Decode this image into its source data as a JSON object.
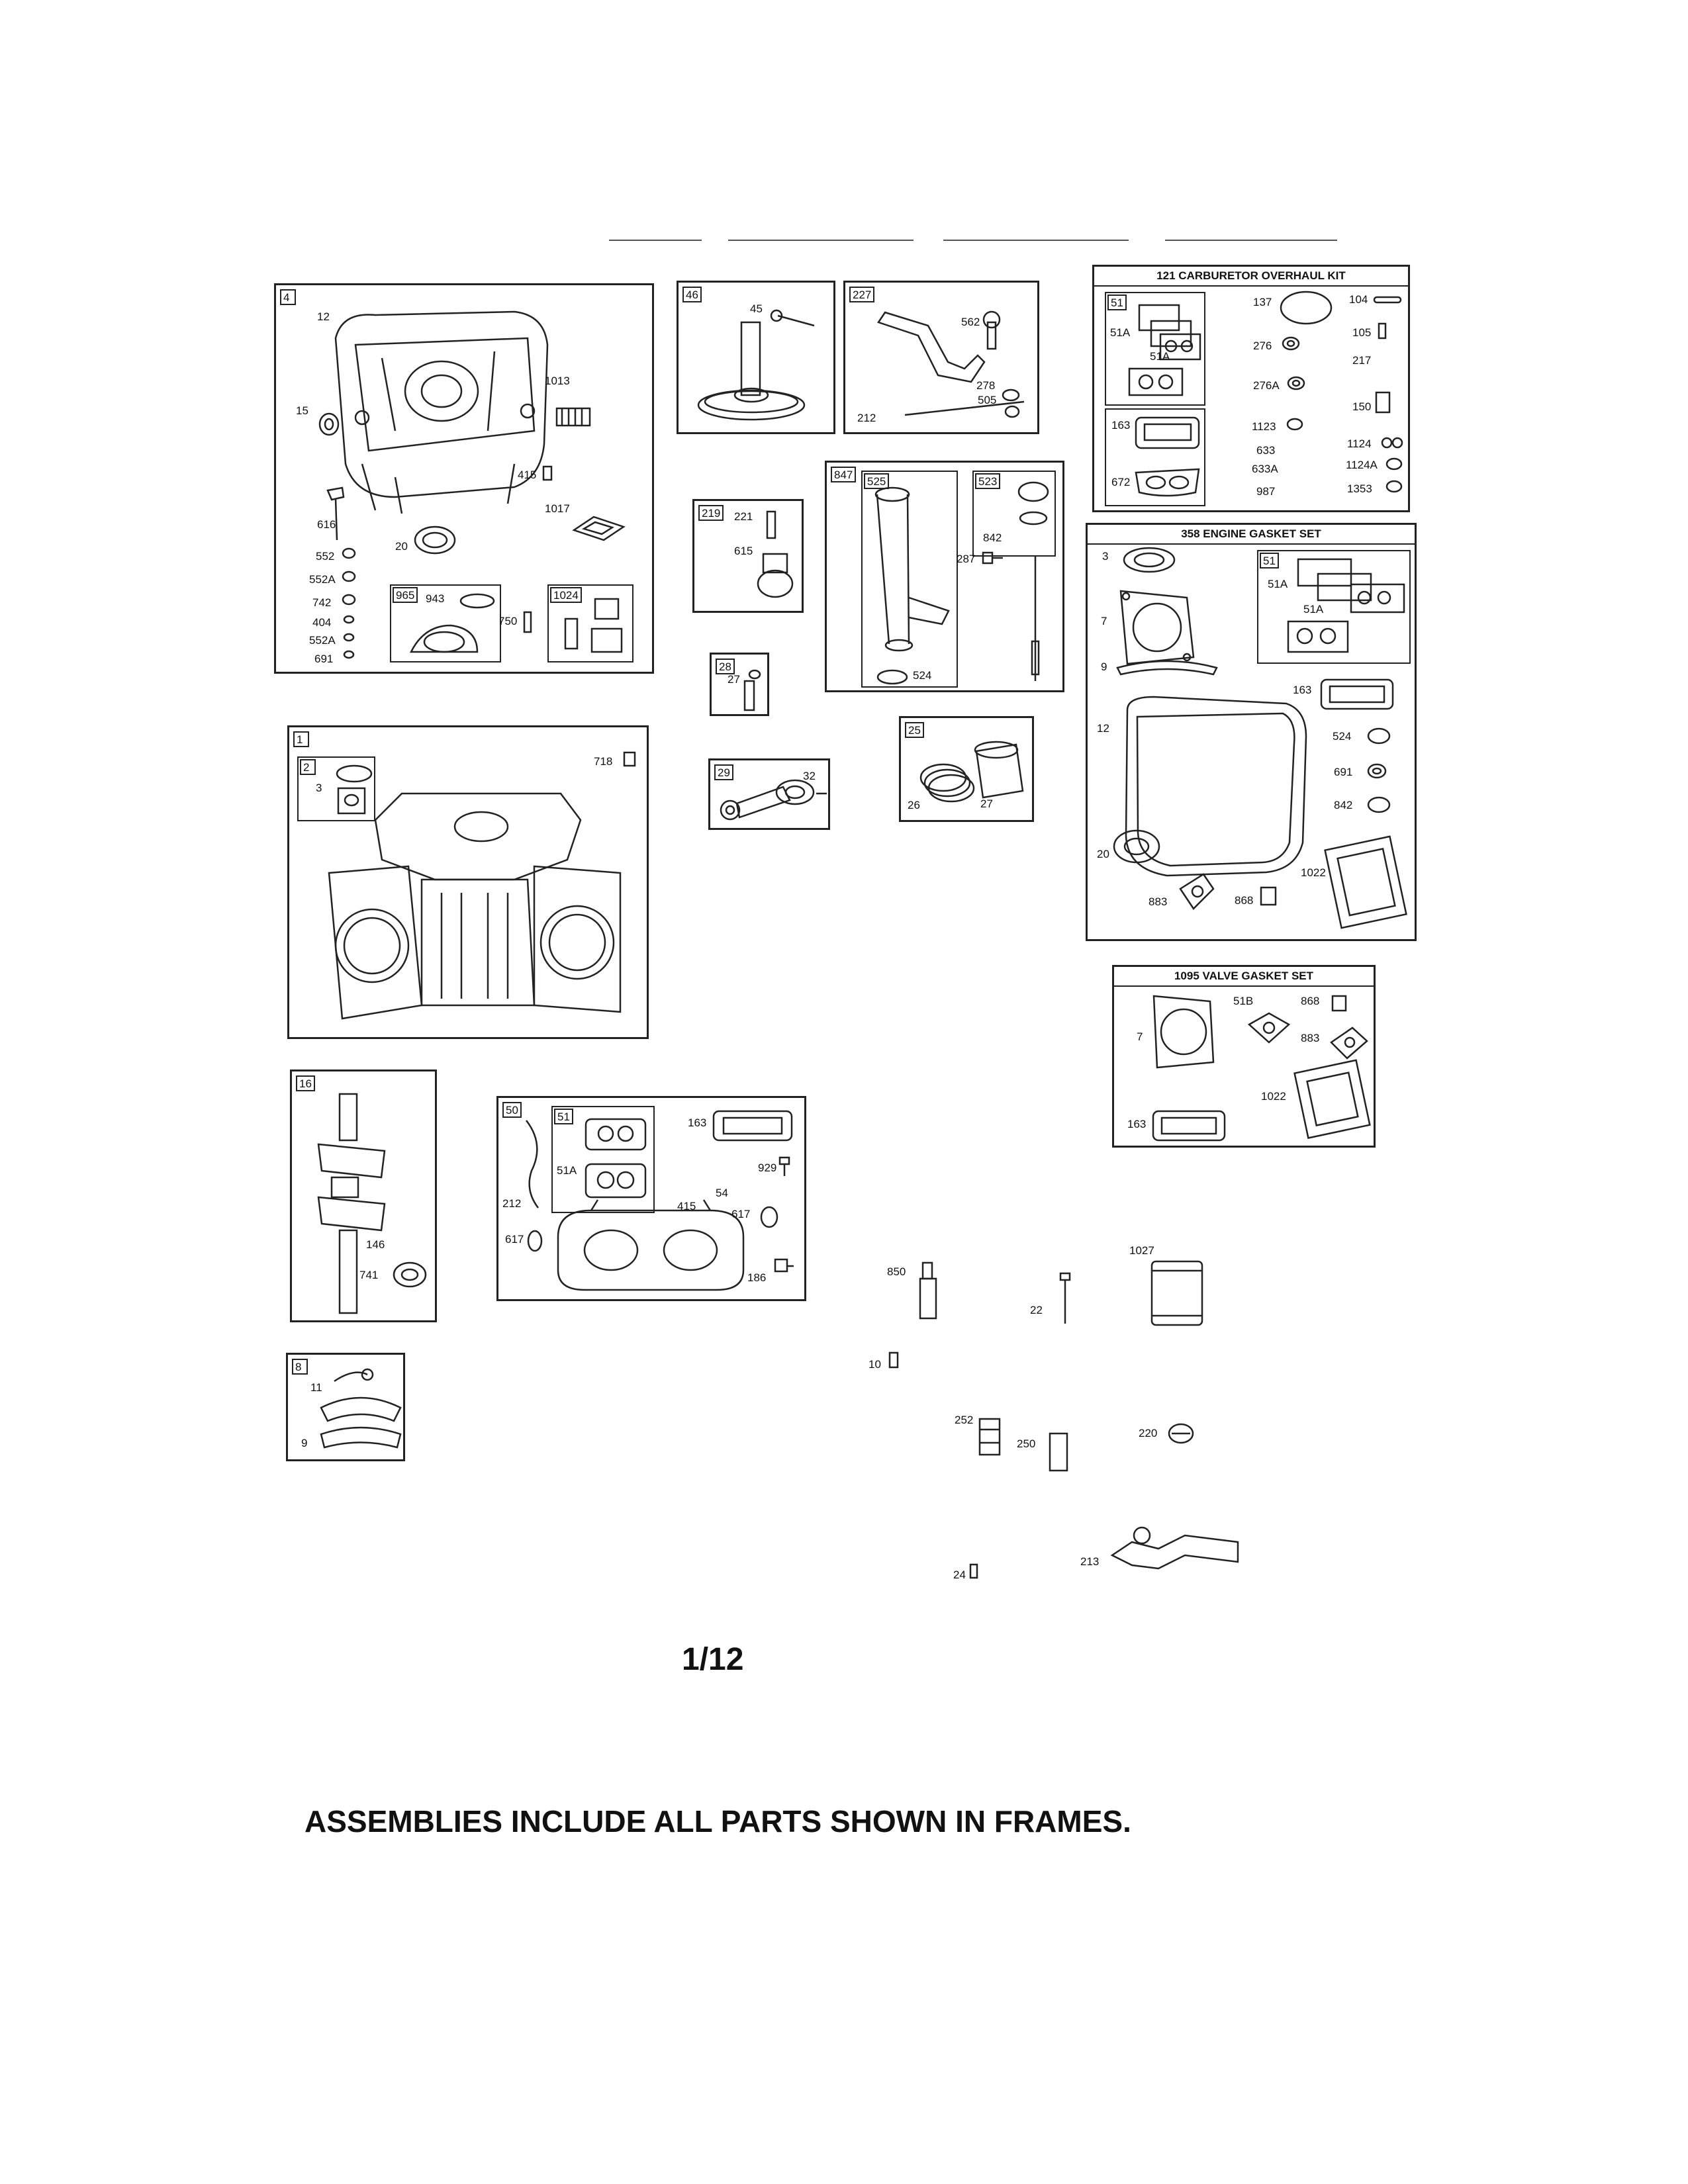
{
  "page": {
    "number": "1/12",
    "footer": "ASSEMBLIES INCLUDE ALL PARTS SHOWN IN FRAMES."
  },
  "frames": {
    "f4": {
      "num": "4",
      "sub965": "965",
      "sub1024": "1024",
      "parts": {
        "p12": "12",
        "p1013": "1013",
        "p15": "15",
        "p415": "415",
        "p1017": "1017",
        "p616": "616",
        "p20": "20",
        "p552": "552",
        "p552A": "552A",
        "p742": "742",
        "p404": "404",
        "p552A2": "552A",
        "p691": "691",
        "p943": "943",
        "p750": "750"
      }
    },
    "f46": {
      "num": "46",
      "parts": {
        "p45": "45"
      }
    },
    "f227": {
      "num": "227",
      "parts": {
        "p562": "562",
        "p278": "278",
        "p505": "505",
        "p212": "212"
      }
    },
    "f121": {
      "title": "121 CARBURETOR OVERHAUL KIT",
      "sub51": "51",
      "parts": {
        "p51A": "51A",
        "p51A2": "51A",
        "p137": "137",
        "p104": "104",
        "p276": "276",
        "p105": "105",
        "p217": "217",
        "p276A": "276A",
        "p150": "150",
        "p163": "163",
        "p1123": "1123",
        "p633": "633",
        "p1124": "1124",
        "p633A": "633A",
        "p1124A": "1124A",
        "p672": "672",
        "p987": "987",
        "p1353": "1353"
      }
    },
    "f219": {
      "num": "219",
      "parts": {
        "p221": "221",
        "p615": "615"
      }
    },
    "f847": {
      "num": "847",
      "sub525": "525",
      "sub523": "523",
      "parts": {
        "p842": "842",
        "p287": "287",
        "p524": "524"
      }
    },
    "f358": {
      "title": "358 ENGINE GASKET SET",
      "sub51": "51",
      "parts": {
        "p3": "3",
        "p51A": "51A",
        "p7": "7",
        "p51A2": "51A",
        "p9": "9",
        "p163": "163",
        "p12": "12",
        "p524": "524",
        "p691": "691",
        "p842": "842",
        "p20": "20",
        "p1022": "1022",
        "p883": "883",
        "p868": "868"
      }
    },
    "f28": {
      "num": "28",
      "parts": {
        "p27": "27"
      }
    },
    "f1": {
      "num": "1",
      "sub2": "2",
      "parts": {
        "p718": "718",
        "p3": "3"
      }
    },
    "f29": {
      "num": "29",
      "parts": {
        "p32": "32"
      }
    },
    "f25": {
      "num": "25",
      "parts": {
        "p26": "26",
        "p27": "27"
      }
    },
    "f1095": {
      "title": "1095 VALVE GASKET SET",
      "parts": {
        "p7": "7",
        "p51B": "51B",
        "p868": "868",
        "p883": "883",
        "p1022": "1022",
        "p163": "163"
      }
    },
    "f16": {
      "num": "16",
      "parts": {
        "p146": "146",
        "p741": "741"
      }
    },
    "f50": {
      "num": "50",
      "sub51": "51",
      "parts": {
        "p51A": "51A",
        "p163": "163",
        "p929": "929",
        "p212": "212",
        "p54": "54",
        "p415": "415",
        "p617": "617",
        "p617b": "617",
        "p186": "186"
      }
    },
    "f8": {
      "num": "8",
      "parts": {
        "p11": "11",
        "p9": "9"
      }
    }
  },
  "loose_parts": {
    "p850": "850",
    "p22": "22",
    "p1027": "1027",
    "p10": "10",
    "p252": "252",
    "p250": "250",
    "p220": "220",
    "p24": "24",
    "p213": "213"
  }
}
